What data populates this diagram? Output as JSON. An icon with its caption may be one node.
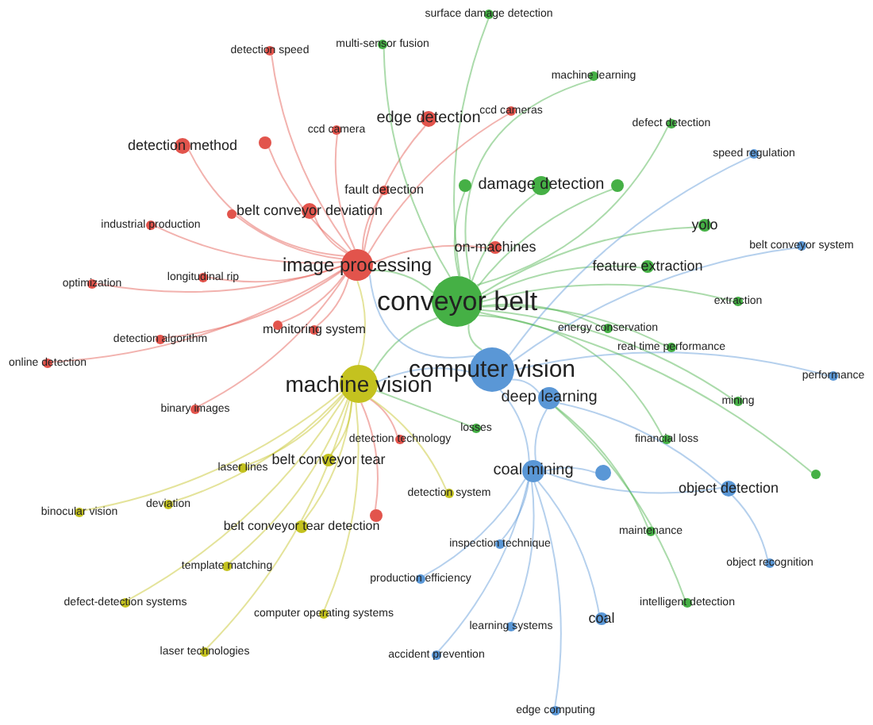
{
  "diagram": {
    "nodes": [
      {
        "text": [
          "conveyor belt"
        ]
      },
      {
        "text": [
          "computer vision"
        ]
      },
      {
        "text": [
          "machine vision"
        ]
      },
      {
        "text": [
          "image processing"
        ]
      },
      {
        "text": [
          "detection speed"
        ]
      },
      {
        "text": [
          "ccd camera"
        ]
      },
      {
        "text": [
          "edge detection"
        ]
      },
      {
        "text": [
          "detection method"
        ]
      },
      {
        "text": [
          "fault detection"
        ]
      },
      {
        "text": [
          "belt conveyor deviation"
        ]
      },
      {
        "text": [
          "industrial production"
        ]
      },
      {
        "text": [
          "longitudinal rip"
        ]
      },
      {
        "text": [
          "optimization"
        ]
      },
      {
        "text": [
          "on-machines"
        ]
      },
      {
        "text": [
          "monitoring system"
        ]
      },
      {
        "text": [
          "detection algorithm"
        ]
      },
      {
        "text": [
          "online detection"
        ]
      },
      {
        "text": [
          "binary images"
        ]
      },
      {
        "text": [
          "ccd cameras"
        ]
      },
      {
        "text": [
          "detection technology"
        ]
      },
      {
        "text": [
          "laser lines"
        ]
      },
      {
        "text": [
          "belt conveyor tear"
        ]
      },
      {
        "text": [
          "deviation"
        ]
      },
      {
        "text": [
          "binocular vision"
        ]
      },
      {
        "text": [
          "belt conveyor tear detection"
        ]
      },
      {
        "text": [
          "template matching"
        ]
      },
      {
        "text": [
          "defect-detection systems"
        ]
      },
      {
        "text": [
          "computer operating systems"
        ]
      },
      {
        "text": [
          "laser technologies"
        ]
      },
      {
        "text": [
          "detection system"
        ]
      },
      {
        "text": [
          "surface damage detection"
        ]
      },
      {
        "text": [
          "multi-sensor fusion"
        ]
      },
      {
        "text": [
          "machine learning"
        ]
      },
      {
        "text": [
          "defect detection"
        ]
      },
      {
        "text": [
          "damage detection"
        ]
      },
      {
        "text": [
          "yolo"
        ]
      },
      {
        "text": [
          "feature extraction"
        ]
      },
      {
        "text": [
          "extraction"
        ]
      },
      {
        "text": [
          "energy conservation"
        ]
      },
      {
        "text": [
          "real time performance"
        ]
      },
      {
        "text": [
          "losses"
        ]
      },
      {
        "text": [
          "mining"
        ]
      },
      {
        "text": [
          "financial loss"
        ]
      },
      {
        "text": [
          "maintenance"
        ]
      },
      {
        "text": [
          "intelligent detection"
        ]
      },
      {
        "text": [
          "deep learning"
        ]
      },
      {
        "text": [
          "coal mining"
        ]
      },
      {
        "text": [
          "object detection"
        ]
      },
      {
        "text": [
          "object recognition"
        ]
      },
      {
        "text": [
          "coal"
        ]
      },
      {
        "text": [
          "learning systems"
        ]
      },
      {
        "text": [
          "edge computing"
        ]
      },
      {
        "text": [
          "accident prevention"
        ]
      },
      {
        "text": [
          "production efficiency"
        ]
      },
      {
        "text": [
          "inspection technique"
        ]
      },
      {
        "text": [
          "speed regulation"
        ]
      },
      {
        "text": [
          "belt conveyor system"
        ]
      },
      {
        "text": [
          "performance"
        ]
      },
      {
        "text": [],
        "shape": "circle"
      },
      {
        "text": [],
        "shape": "circle"
      },
      {
        "text": [],
        "shape": "circle"
      },
      {
        "text": [],
        "shape": "circle"
      },
      {
        "text": [],
        "shape": "circle"
      },
      {
        "text": [],
        "shape": "circle"
      },
      {
        "text": [],
        "shape": "circle"
      },
      {
        "text": [],
        "shape": "circle"
      }
    ],
    "edges": [
      {
        "from": 0,
        "to": 1,
        "arrow": "none",
        "color": "#45b045"
      },
      {
        "from": 0,
        "to": 2,
        "arrow": "none",
        "color": "#45b045"
      },
      {
        "from": 0,
        "to": 3,
        "arrow": "none",
        "color": "#45b045"
      },
      {
        "from": 1,
        "to": 2,
        "arrow": "none",
        "color": "#5a97d6"
      },
      {
        "from": 1,
        "to": 3,
        "arrow": "none",
        "color": "#5a97d6"
      },
      {
        "from": 2,
        "to": 3,
        "arrow": "none",
        "color": "#c4c21f"
      },
      {
        "from": 4,
        "to": 3,
        "arrow": "none",
        "color": "#e2544c"
      },
      {
        "from": 5,
        "to": 3,
        "arrow": "none",
        "color": "#e2544c"
      },
      {
        "from": 6,
        "to": 3,
        "arrow": "none",
        "color": "#e2544c"
      },
      {
        "from": 7,
        "to": 3,
        "arrow": "none",
        "color": "#e2544c"
      },
      {
        "from": 8,
        "to": 3,
        "arrow": "none",
        "color": "#e2544c"
      },
      {
        "from": 9,
        "to": 3,
        "arrow": "none",
        "color": "#e2544c"
      },
      {
        "from": 10,
        "to": 3,
        "arrow": "none",
        "color": "#e2544c"
      },
      {
        "from": 11,
        "to": 3,
        "arrow": "none",
        "color": "#e2544c"
      },
      {
        "from": 12,
        "to": 3,
        "arrow": "none",
        "color": "#e2544c"
      },
      {
        "from": 13,
        "to": 3,
        "arrow": "none",
        "color": "#e2544c"
      },
      {
        "from": 14,
        "to": 3,
        "arrow": "none",
        "color": "#e2544c"
      },
      {
        "from": 15,
        "to": 3,
        "arrow": "none",
        "color": "#e2544c"
      },
      {
        "from": 16,
        "to": 3,
        "arrow": "none",
        "color": "#e2544c"
      },
      {
        "from": 17,
        "to": 3,
        "arrow": "none",
        "color": "#e2544c"
      },
      {
        "from": 18,
        "to": 3,
        "arrow": "none",
        "color": "#e2544c"
      },
      {
        "from": 19,
        "to": 2,
        "arrow": "none",
        "color": "#e2544c"
      },
      {
        "from": 20,
        "to": 2,
        "arrow": "none",
        "color": "#c4c21f"
      },
      {
        "from": 21,
        "to": 2,
        "arrow": "none",
        "color": "#c4c21f"
      },
      {
        "from": 22,
        "to": 2,
        "arrow": "none",
        "color": "#c4c21f"
      },
      {
        "from": 23,
        "to": 2,
        "arrow": "none",
        "color": "#c4c21f"
      },
      {
        "from": 24,
        "to": 2,
        "arrow": "none",
        "color": "#c4c21f"
      },
      {
        "from": 25,
        "to": 2,
        "arrow": "none",
        "color": "#c4c21f"
      },
      {
        "from": 26,
        "to": 2,
        "arrow": "none",
        "color": "#c4c21f"
      },
      {
        "from": 27,
        "to": 2,
        "arrow": "none",
        "color": "#c4c21f"
      },
      {
        "from": 28,
        "to": 2,
        "arrow": "none",
        "color": "#c4c21f"
      },
      {
        "from": 29,
        "to": 2,
        "arrow": "none",
        "color": "#c4c21f"
      },
      {
        "from": 30,
        "to": 0,
        "arrow": "none",
        "color": "#45b045"
      },
      {
        "from": 31,
        "to": 0,
        "arrow": "none",
        "color": "#45b045"
      },
      {
        "from": 32,
        "to": 0,
        "arrow": "none",
        "color": "#45b045"
      },
      {
        "from": 33,
        "to": 0,
        "arrow": "none",
        "color": "#45b045"
      },
      {
        "from": 34,
        "to": 0,
        "arrow": "none",
        "color": "#45b045"
      },
      {
        "from": 35,
        "to": 0,
        "arrow": "none",
        "color": "#45b045"
      },
      {
        "from": 36,
        "to": 0,
        "arrow": "none",
        "color": "#45b045"
      },
      {
        "from": 37,
        "to": 0,
        "arrow": "none",
        "color": "#45b045"
      },
      {
        "from": 38,
        "to": 0,
        "arrow": "none",
        "color": "#45b045"
      },
      {
        "from": 39,
        "to": 0,
        "arrow": "none",
        "color": "#45b045"
      },
      {
        "from": 40,
        "to": 2,
        "arrow": "none",
        "color": "#45b045"
      },
      {
        "from": 41,
        "to": 0,
        "arrow": "none",
        "color": "#45b045"
      },
      {
        "from": 42,
        "to": 0,
        "arrow": "none",
        "color": "#45b045"
      },
      {
        "from": 43,
        "to": 45,
        "arrow": "none",
        "color": "#45b045"
      },
      {
        "from": 44,
        "to": 45,
        "arrow": "none",
        "color": "#45b045"
      },
      {
        "from": 45,
        "to": 1,
        "arrow": "none",
        "color": "#5a97d6"
      },
      {
        "from": 46,
        "to": 1,
        "arrow": "none",
        "color": "#5a97d6"
      },
      {
        "from": 47,
        "to": 45,
        "arrow": "none",
        "color": "#5a97d6"
      },
      {
        "from": 48,
        "to": 47,
        "arrow": "none",
        "color": "#5a97d6"
      },
      {
        "from": 49,
        "to": 46,
        "arrow": "none",
        "color": "#5a97d6"
      },
      {
        "from": 50,
        "to": 46,
        "arrow": "none",
        "color": "#5a97d6"
      },
      {
        "from": 51,
        "to": 46,
        "arrow": "none",
        "color": "#5a97d6"
      },
      {
        "from": 52,
        "to": 46,
        "arrow": "none",
        "color": "#5a97d6"
      },
      {
        "from": 53,
        "to": 46,
        "arrow": "none",
        "color": "#5a97d6"
      },
      {
        "from": 54,
        "to": 46,
        "arrow": "none",
        "color": "#5a97d6"
      },
      {
        "from": 55,
        "to": 1,
        "arrow": "none",
        "color": "#5a97d6"
      },
      {
        "from": 56,
        "to": 1,
        "arrow": "none",
        "color": "#5a97d6"
      },
      {
        "from": 57,
        "to": 1,
        "arrow": "none",
        "color": "#5a97d6"
      },
      {
        "from": 58,
        "to": 3,
        "arrow": "none",
        "color": "#e2544c"
      },
      {
        "from": 59,
        "to": 3,
        "arrow": "none",
        "color": "#e2544c"
      },
      {
        "from": 60,
        "to": 3,
        "arrow": "none",
        "color": "#e2544c"
      },
      {
        "from": 61,
        "to": 0,
        "arrow": "none",
        "color": "#45b045"
      },
      {
        "from": 62,
        "to": 0,
        "arrow": "none",
        "color": "#45b045"
      },
      {
        "from": 63,
        "to": 46,
        "arrow": "none",
        "color": "#5a97d6"
      },
      {
        "from": 64,
        "to": 0,
        "arrow": "none",
        "color": "#45b045"
      },
      {
        "from": 65,
        "to": 2,
        "arrow": "none",
        "color": "#e2544c"
      },
      {
        "from": 45,
        "to": 46,
        "arrow": "none",
        "color": "#5a97d6"
      },
      {
        "from": 46,
        "to": 47,
        "arrow": "none",
        "color": "#5a97d6"
      }
    ]
  }
}
